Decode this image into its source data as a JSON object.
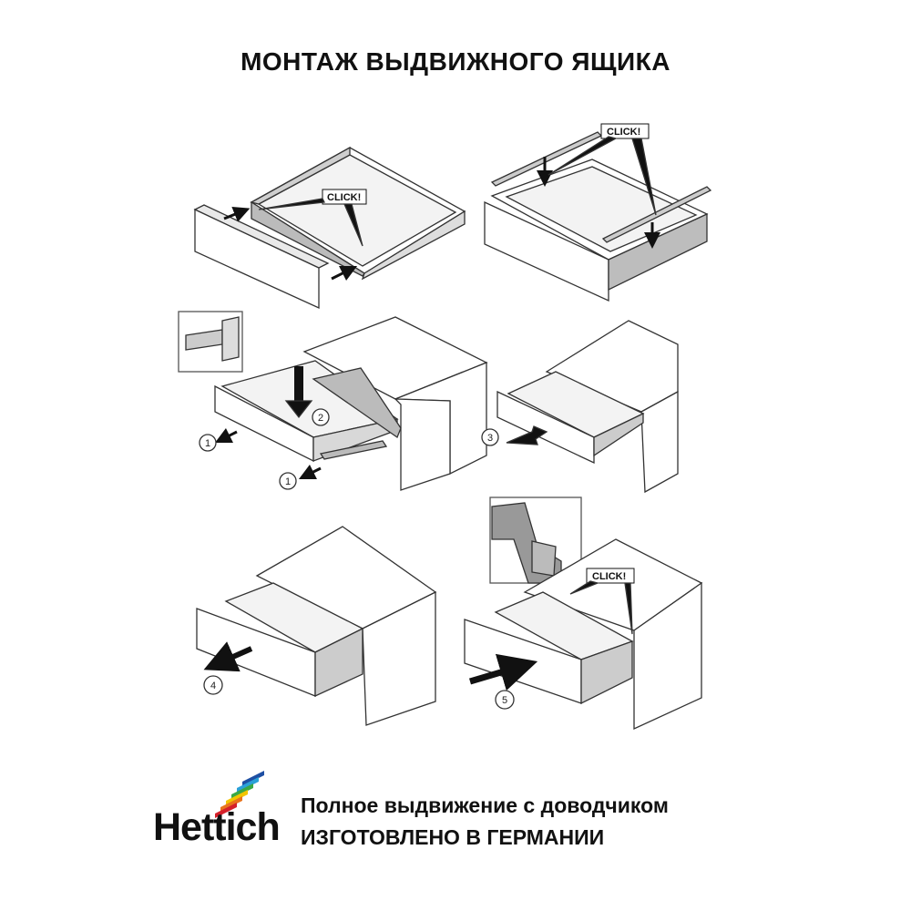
{
  "title": "МОНТАЖ ВЫДВИЖНОГО ЯЩИКА",
  "click_label": "CLICK!",
  "steps": [
    "1",
    "1",
    "2",
    "3",
    "4",
    "5"
  ],
  "brand": {
    "name": "Hettich",
    "stripe_colors": [
      "#1e4fa3",
      "#2aa0d8",
      "#3aa845",
      "#f2c500",
      "#e8731c",
      "#d4202a"
    ]
  },
  "tagline": {
    "line1": "Полное выдвижение с доводчиком",
    "line2": "ИЗГОТОВЛЕНО В ГЕРМАНИИ"
  }
}
